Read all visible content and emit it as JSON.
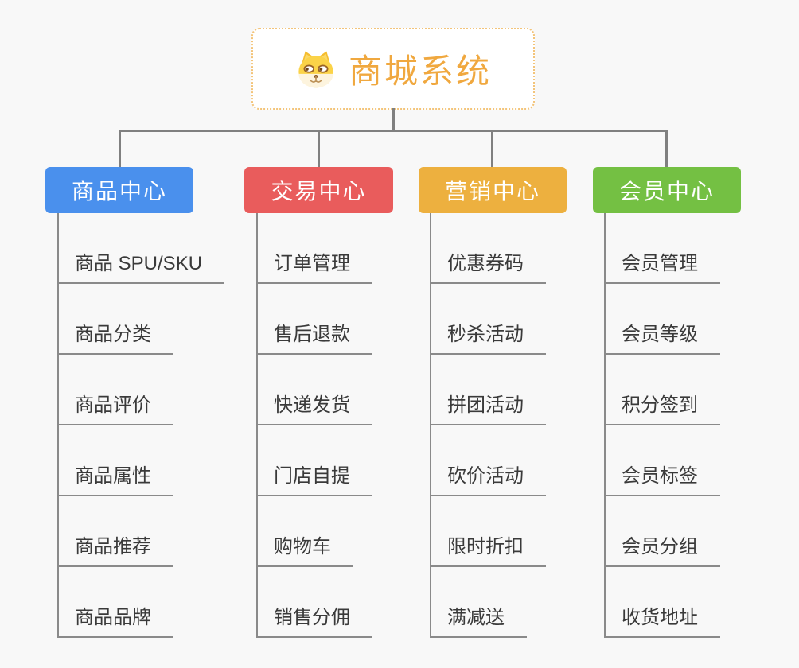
{
  "root": {
    "title": "商城系统",
    "icon": "shiba-dog-icon"
  },
  "branches": [
    {
      "label": "商品中心",
      "color": "#4a90ed",
      "children": [
        "商品 SPU/SKU",
        "商品分类",
        "商品评价",
        "商品属性",
        "商品推荐",
        "商品品牌"
      ]
    },
    {
      "label": "交易中心",
      "color": "#e95c5c",
      "children": [
        "订单管理",
        "售后退款",
        "快递发货",
        "门店自提",
        "购物车",
        "销售分佣"
      ]
    },
    {
      "label": "营销中心",
      "color": "#edb03f",
      "children": [
        "优惠券码",
        "秒杀活动",
        "拼团活动",
        "砍价活动",
        "限时折扣",
        "满减送"
      ]
    },
    {
      "label": "会员中心",
      "color": "#74c043",
      "children": [
        "会员管理",
        "会员等级",
        "积分签到",
        "会员标签",
        "会员分组",
        "收货地址"
      ]
    }
  ],
  "colors": {
    "background": "#f8f8f8",
    "connector": "#808080",
    "underline": "#8a8a8a",
    "root_text": "#f0a83f",
    "root_border": "#f3c47a",
    "child_text": "#3a3a3a"
  }
}
